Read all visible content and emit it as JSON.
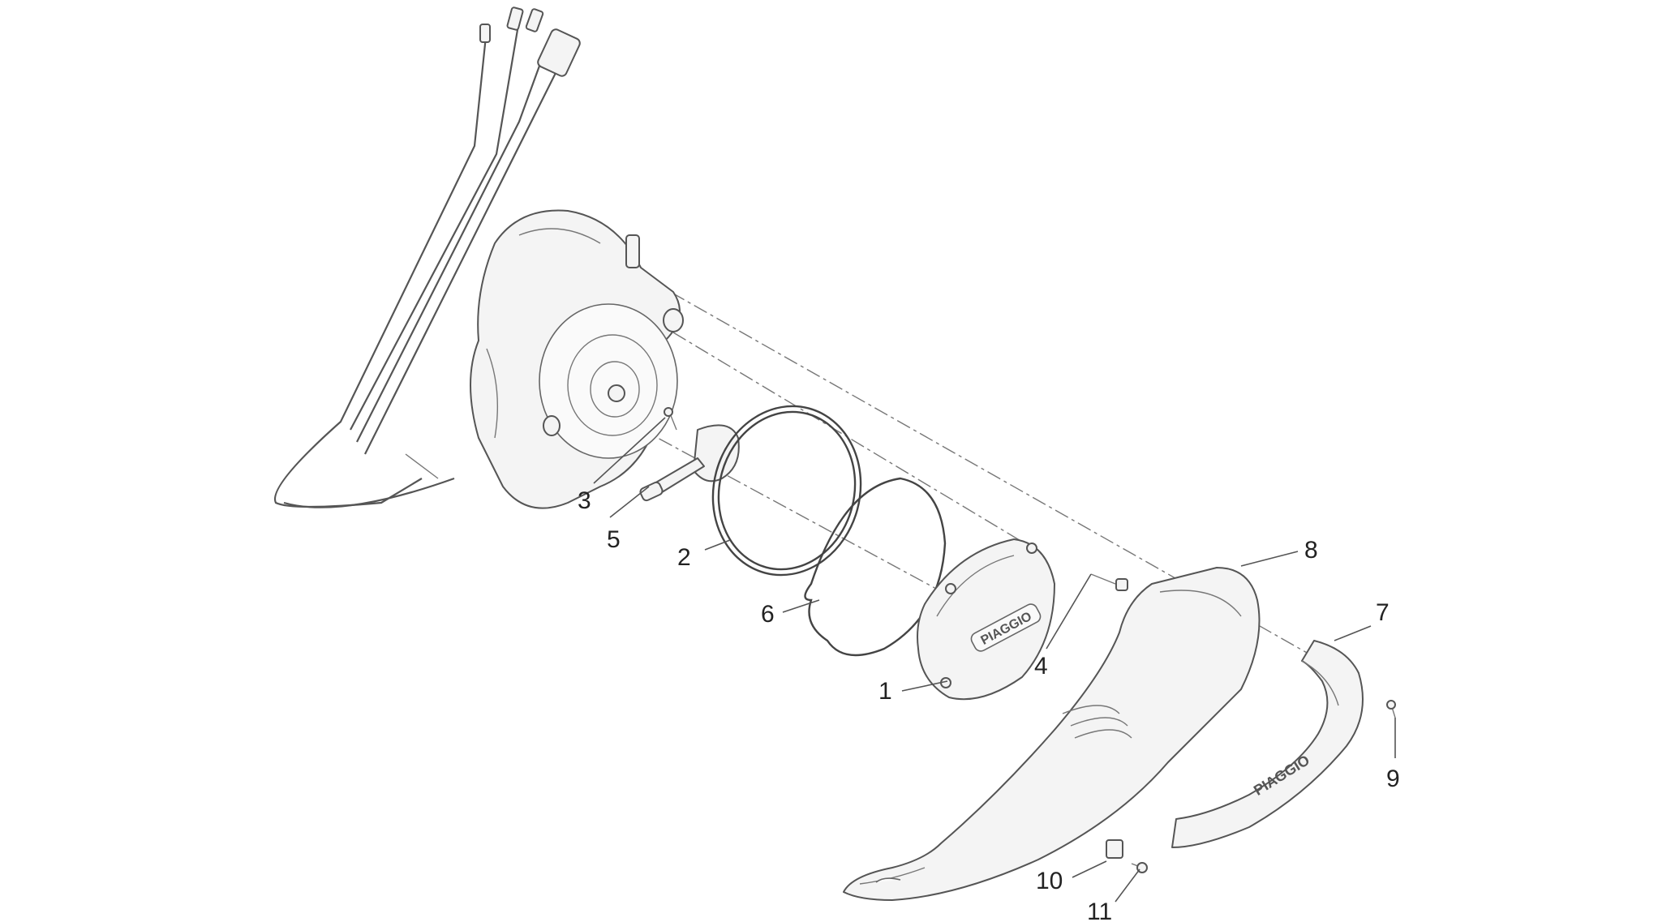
{
  "diagram": {
    "callouts": [
      {
        "id": "1",
        "label": "1"
      },
      {
        "id": "2",
        "label": "2"
      },
      {
        "id": "3",
        "label": "3"
      },
      {
        "id": "4",
        "label": "4"
      },
      {
        "id": "5",
        "label": "5"
      },
      {
        "id": "6",
        "label": "6"
      },
      {
        "id": "7",
        "label": "7"
      },
      {
        "id": "8",
        "label": "8"
      },
      {
        "id": "9",
        "label": "9"
      },
      {
        "id": "10",
        "label": "10"
      },
      {
        "id": "11",
        "label": "11"
      }
    ],
    "logos": [
      {
        "id": "flywheel-cover-logo",
        "text": "PIAGGIO"
      },
      {
        "id": "fairing-logo",
        "text": "PIAGGIO"
      }
    ]
  }
}
